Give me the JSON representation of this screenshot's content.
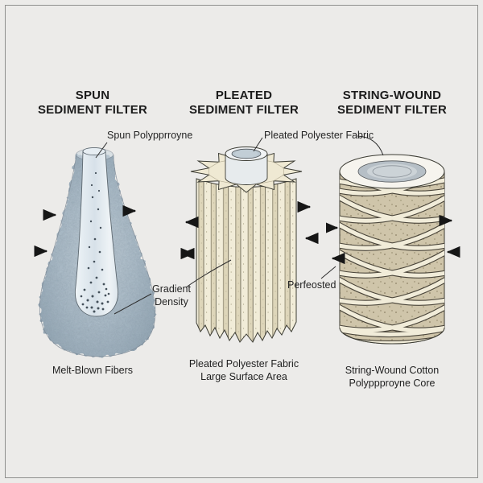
{
  "palette": {
    "background": "#ecebe9",
    "frame_border": "#90908e",
    "ink": "#1c1c1c",
    "fiber_blue": "#aebfcc",
    "pleat_cream": "#f0ead6",
    "string_tan": "#cfc5aa",
    "core_opening_gray": "#b9c6cf"
  },
  "icons": {
    "flow-arrow-right": "→",
    "flow-arrow-left": "←",
    "flow-arrow-both": "↔"
  },
  "filters": [
    {
      "name": "spun",
      "title": [
        "SPUN",
        "SEDIMENT FILTER"
      ],
      "caption": [
        "Melt-Blown Fibers"
      ]
    },
    {
      "name": "pleated",
      "title": [
        "PLEATED",
        "SEDIMENT FILTER"
      ],
      "caption": [
        "Pleated Polyester Fabric",
        "Large Surface Area"
      ]
    },
    {
      "name": "string-wound",
      "title": [
        "STRING-WOUND",
        "SEDIMENT FILTER"
      ],
      "caption": [
        "String-Wound Cotton",
        "Polyppproyne Core"
      ]
    }
  ],
  "callouts": {
    "spun_core_label": "Spun Polypprroyne",
    "pleated_fabric_label": "Pleated Polyester Fabric",
    "gradient_density": [
      "Gradient",
      "Density"
    ],
    "perforated_label": "Perfeosted"
  }
}
